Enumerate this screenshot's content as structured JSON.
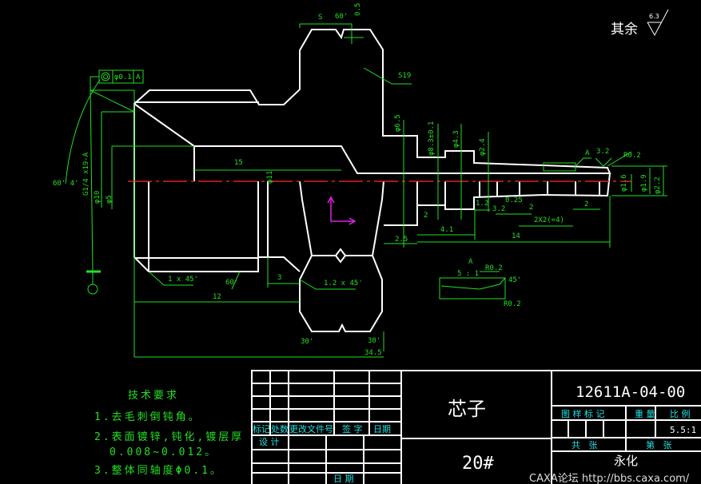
{
  "roughness_note": {
    "label": "其余",
    "value": "6.3"
  },
  "dimensions": {
    "top_s": "S",
    "top_angle": "60'",
    "top_depth": "0.5",
    "s19": "S19",
    "d_b65": "φ6.5",
    "d_83": "φ8.3±0.1",
    "d_43": "φ4.3",
    "d_24": "φ2.4",
    "d_16": "φ1.6",
    "d_19": "φ1.9",
    "d_22": "φ2.2",
    "len_15": "15",
    "d_11": "φ11",
    "d_10": "φ10",
    "d_5": "φ5",
    "thread": "G1/4 x19-A",
    "angle_left": "60' 4'",
    "chamfer_left": "1 x 45'",
    "angle_60": "60'",
    "len_12": "12",
    "len_3": "3",
    "chamfer_mid": "1.2 x 45'",
    "angle_30a": "30'",
    "angle_30b": "30'",
    "len_345": "34.5",
    "len_25": "2.5",
    "len_2": "2",
    "len_41": "4.1",
    "len_14": "14",
    "len_12b": "1.2",
    "len_32": "3.2",
    "len_025": "0.25",
    "len_2b": "2",
    "len_2x2": "2X2(=4)",
    "len_2c": "2",
    "rough_32": "3.2",
    "detail_A": "A",
    "r02": "R0.2",
    "tol_val": "φ0.1",
    "tol_ref": "A",
    "detail_label": "A",
    "detail_scale": "5 : 1",
    "detail_r": "R0.2",
    "detail_angle": "45'",
    "detail_r2": "R0.2"
  },
  "tech_requirements": {
    "title": "技术要求",
    "items": [
      "1.去毛刺倒钝角。",
      "2.表面镀锌,钝化,镀层厚",
      "0.008~0.012。",
      "3.整体同轴度Φ0.1。"
    ]
  },
  "title_block": {
    "part_name": "芯子",
    "material": "20#",
    "drawing_number": "12611A-04-00",
    "headers": {
      "mark": "标记",
      "count": "处数",
      "change_doc": "更改文件号",
      "sign": "签 字",
      "date": "日期",
      "design": "设 计",
      "date2": "日 期"
    },
    "right_headers": {
      "sample_mark": "图 样 标 记",
      "weight": "重 量",
      "scale": "比 例",
      "total": "共   张",
      "sheet": "第   张"
    },
    "scale_value": "5.5:1",
    "company": "永化"
  },
  "watermark": "CAXA论坛 http://bbs.caxa.com/",
  "colors": {
    "outline": "#ffffff",
    "dimension": "#22e022",
    "hatch": "#22e0e0",
    "centerline": "#e02020",
    "ucs": "#e020e0"
  }
}
